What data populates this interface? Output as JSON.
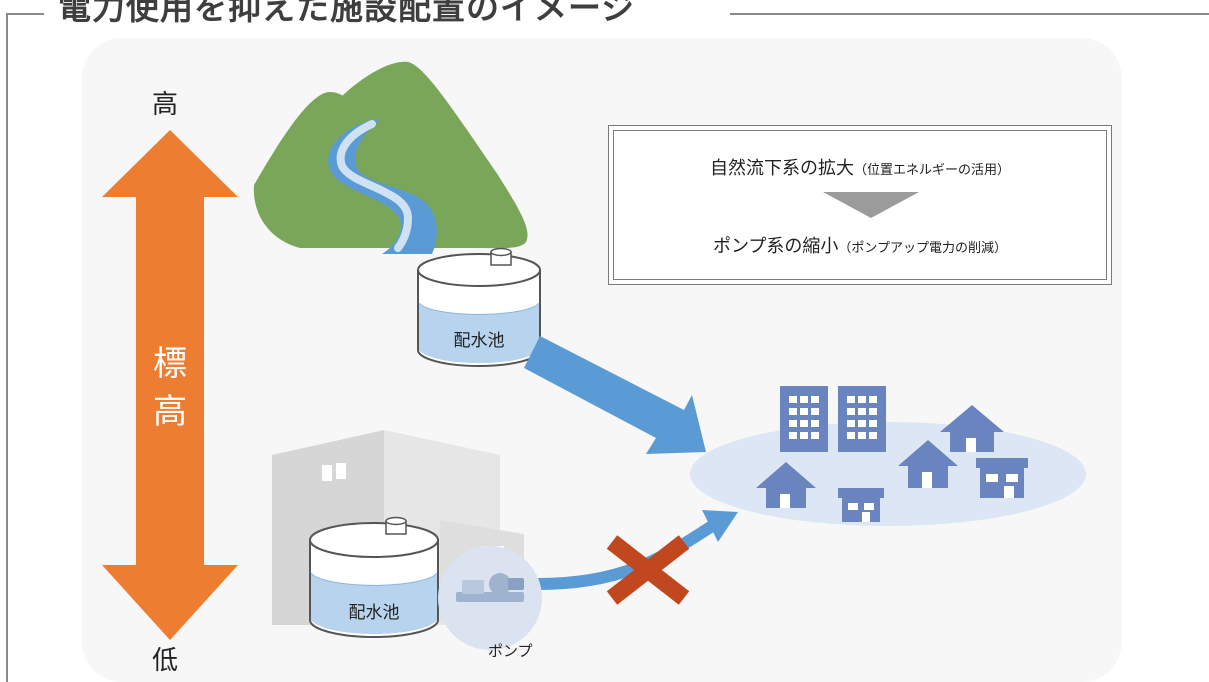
{
  "title": "電力使用を抑えた施設配置のイメージ",
  "axis": {
    "high": "高",
    "low": "低",
    "label": "標高"
  },
  "tanks": {
    "upper_label": "配水池",
    "lower_label": "配水池"
  },
  "pump": {
    "label": "ポンプ"
  },
  "info_box": {
    "line1_main": "自然流下系の拡大",
    "line1_sub": "（位置エネルギーの活用）",
    "line2_main": "ポンプ系の縮小",
    "line2_sub": "（ポンプアップ電力の削減）"
  },
  "colors": {
    "elevation_arrow": "#ed7d31",
    "gravity_flow": "#5b9bd5",
    "mountain": "#7aa65a",
    "town_icons": "#6a84c0",
    "town_ellipse": "#dce6f4",
    "cross_mark": "#c0471e",
    "building": "#d6d6d6"
  }
}
